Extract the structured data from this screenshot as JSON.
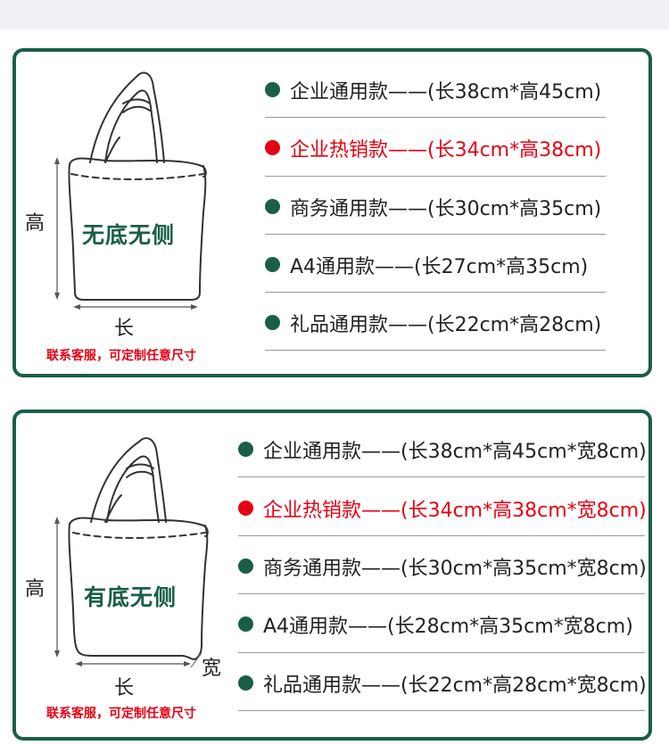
{
  "colors": {
    "brand_green": "#1a5e47",
    "hot_red": "#e60012",
    "text": "#222222",
    "divider": "#9a9a9a",
    "topbar": "#f0f1f5"
  },
  "cards": [
    {
      "type_label": "无底无侧",
      "height_label": "高",
      "length_label": "长",
      "contact_note": "联系客服，可定制任意尺寸",
      "specs": [
        {
          "text": "企业通用款——(长38cm*高45cm)",
          "highlight": false,
          "bullet": "#1a5e47"
        },
        {
          "text": "企业热销款——(长34cm*高38cm)",
          "highlight": true,
          "bullet": "#e60012"
        },
        {
          "text": "商务通用款——(长30cm*高35cm)",
          "highlight": false,
          "bullet": "#1a5e47"
        },
        {
          "text": "A4通用款——(长27cm*高35cm)",
          "highlight": false,
          "bullet": "#1a5e47"
        },
        {
          "text": "礼品通用款——(长22cm*高28cm)",
          "highlight": false,
          "bullet": "#1a5e47"
        }
      ]
    },
    {
      "type_label": "有底无侧",
      "height_label": "高",
      "length_label": "长",
      "width_label": "宽",
      "contact_note": "联系客服，可定制任意尺寸",
      "specs": [
        {
          "text": "企业通用款——(长38cm*高45cm*宽8cm)",
          "highlight": false,
          "bullet": "#1a5e47"
        },
        {
          "text": "企业热销款——(长34cm*高38cm*宽8cm)",
          "highlight": true,
          "bullet": "#e60012"
        },
        {
          "text": "商务通用款——(长30cm*高35cm*宽8cm)",
          "highlight": false,
          "bullet": "#1a5e47"
        },
        {
          "text": "A4通用款——(长28cm*高35cm*宽8cm)",
          "highlight": false,
          "bullet": "#1a5e47"
        },
        {
          "text": "礼品通用款——(长22cm*高28cm*宽8cm)",
          "highlight": false,
          "bullet": "#1a5e47"
        }
      ]
    }
  ]
}
